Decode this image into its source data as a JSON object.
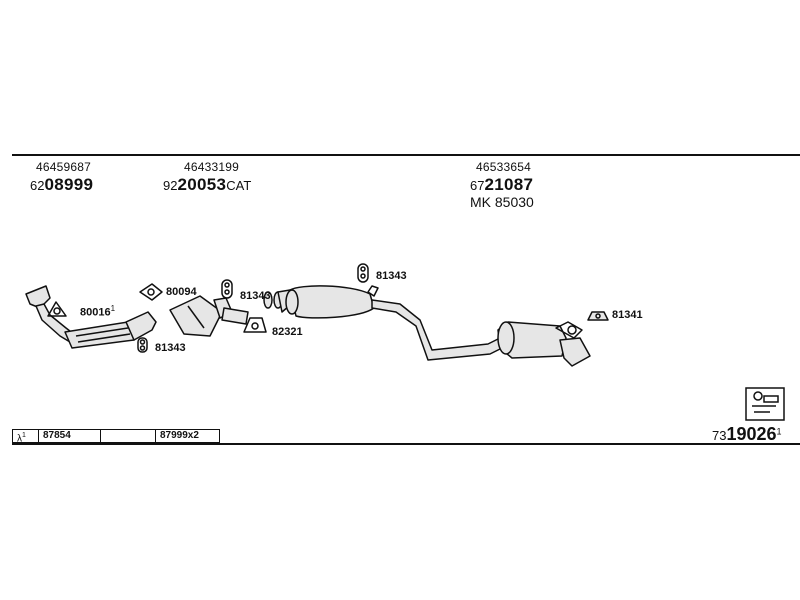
{
  "parts": {
    "front_pipe": {
      "oe": "46459687",
      "prefix": "62",
      "main": "08999",
      "suffix": ""
    },
    "catalyst": {
      "oe": "46433199",
      "prefix": "92",
      "main": "20053",
      "suffix": "CAT"
    },
    "rear_section": {
      "oe": "46533654",
      "prefix": "67",
      "main": "21087",
      "suffix": "",
      "mk_label": "MK 85030"
    }
  },
  "labels": {
    "gasket_front": "80016",
    "gasket_front_sup": "1",
    "gasket_cat": "80094",
    "clamp_cat": "81343",
    "hanger_front": "81343",
    "clamp_mid": "82321",
    "hanger_mid": "81343",
    "hanger_rear": "81341"
  },
  "bottom_bar": {
    "symbol": "λ",
    "symbol_sup": "1",
    "cells": [
      "87854",
      "",
      "87999x2"
    ]
  },
  "kit": {
    "prefix": "73",
    "main": "19026",
    "sup": "1"
  },
  "colors": {
    "line": "#111111",
    "fill": "#e6e6e6",
    "background": "#ffffff"
  }
}
